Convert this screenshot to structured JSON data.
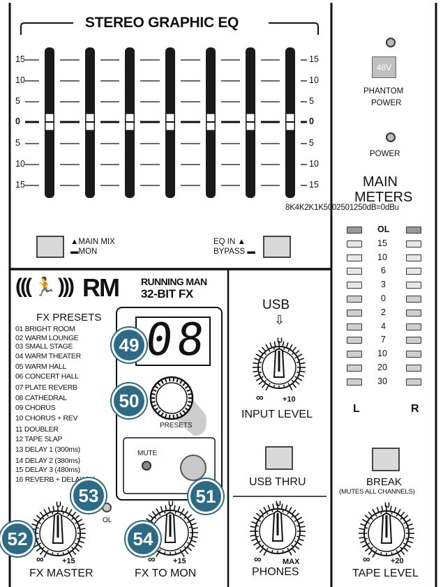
{
  "eq": {
    "title": "STEREO GRAPHIC EQ",
    "scale_left": [
      "15",
      "10",
      "5",
      "0",
      "5",
      "10",
      "15"
    ],
    "scale_right": [
      "15",
      "10",
      "5",
      "0",
      "5",
      "10",
      "15"
    ],
    "band_labels": "8K4K2K1K5002501250dB=0dBu",
    "main_mix_label": "MAIN MIX",
    "mon_label": "MON",
    "eq_in_label": "EQ IN",
    "bypass_label": "BYPASS"
  },
  "power": {
    "phantom_button": "48V",
    "phantom_label_1": "PHANTOM",
    "phantom_label_2": "POWER",
    "power_label": "POWER"
  },
  "meters": {
    "title_1": "MAIN",
    "title_2": "METERS",
    "levels": [
      "OL",
      "15",
      "10",
      "6",
      "3",
      "0",
      "2",
      "4",
      "7",
      "10",
      "20",
      "30"
    ],
    "left_label": "L",
    "right_label": "R"
  },
  "fx": {
    "logo_rm": "RM",
    "logo_line1": "RUNNING MAN",
    "logo_line2": "32-BIT FX",
    "presets_title": "FX PRESETS",
    "presets": [
      "01 BRIGHT ROOM",
      "02 WARM LOUNGE",
      "03 SMALL STAGE",
      "04 WARM THEATER",
      "05 WARM HALL",
      "06 CONCERT HALL",
      "07 PLATE REVERB",
      "08 CATHEDRAL",
      "09 CHORUS",
      "10 CHORUS + REV",
      "11 DOUBLER",
      "12 TAPE SLAP",
      "13 DELAY 1 (300ms)",
      "14 DELAY 2 (380ms)",
      "15 DELAY 3 (480ms)",
      "16 REVERB + DELAY (...)"
    ],
    "display_value": "08",
    "presets_knob_label": "PRESETS",
    "mute_label": "MUTE",
    "ol_label": "OL",
    "fx_master_label": "FX MASTER",
    "fx_to_mon_label": "FX TO MON",
    "knob_top": "U",
    "knob_min": "∞",
    "knob_max_15": "+15",
    "knob_max_10": "+10",
    "knob_max_20": "+20",
    "knob_max_word": "MAX"
  },
  "callouts": [
    "49",
    "50",
    "51",
    "52",
    "53",
    "54"
  ],
  "usb": {
    "title": "USB",
    "input_level_label": "INPUT LEVEL",
    "usb_thru_label": "USB THRU",
    "phones_label": "PHONES"
  },
  "tape": {
    "break_label": "BREAK",
    "break_sub": "(MUTES ALL CHANNELS)",
    "tape_level_label": "TAPE LEVEL"
  }
}
